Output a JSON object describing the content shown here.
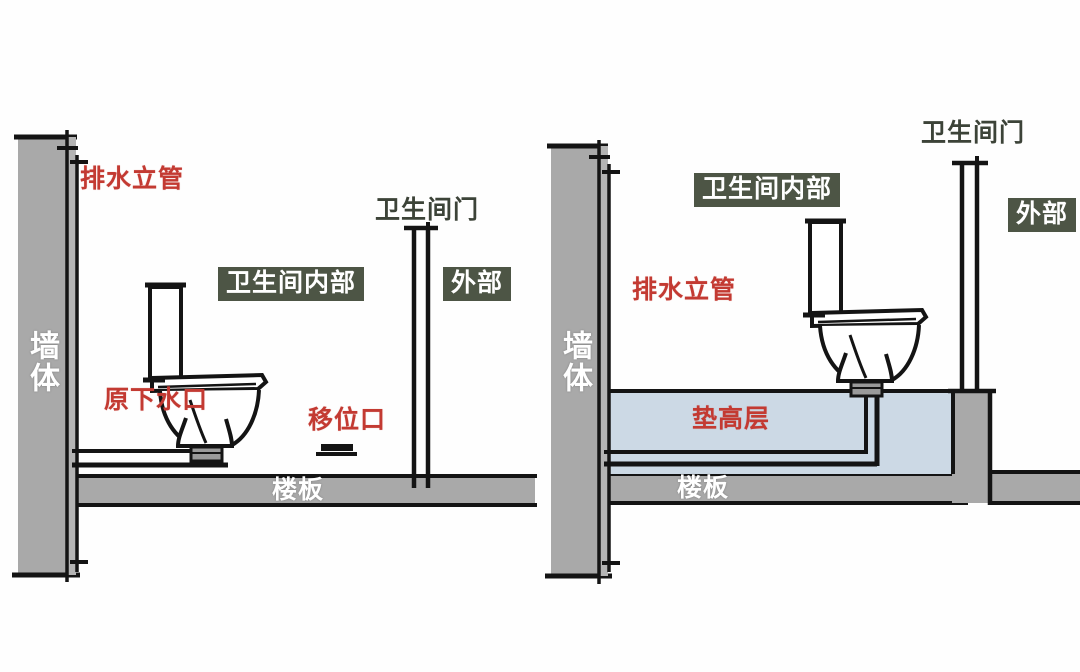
{
  "figure": {
    "kind": "technical-cross-section-diagram",
    "subject": "toilet drain relocation - before and after raised floor",
    "panels": [
      {
        "id": "left",
        "name": "original-drain-layout",
        "labels": {
          "riser": "排水立管",
          "wall": "墙体",
          "original_drain": "原下水口",
          "bathroom_interior": "卫生间内部",
          "bathroom_door": "卫生间门",
          "exterior": "外部",
          "relocation_outlet": "移位口",
          "floor_slab": "楼板"
        }
      },
      {
        "id": "right",
        "name": "raised-floor-relocated-drain",
        "labels": {
          "riser": "排水立管",
          "wall": "墙体",
          "bathroom_interior": "卫生间内部",
          "bathroom_door": "卫生间门",
          "exterior": "外部",
          "raised_layer": "垫高层",
          "floor_slab": "楼板"
        }
      }
    ]
  },
  "colors": {
    "label_red": "#c33a32",
    "label_dark": "#3c4338",
    "tag_box_green": "#4d5545",
    "tag_box_text": "#ffffff",
    "wall_gray": "#a9a9a9",
    "slab_gray": "#a9a9a9",
    "raised_layer_blue": "#ccd9e5",
    "line_black": "#141414",
    "page_background": "#fefefe",
    "fixture_fill": "#ffffff"
  },
  "icons": {
    "riser_pipe": "vertical-pipe-icon",
    "drain_pipe": "horizontal-pipe-icon",
    "toilet": "toilet-fixture-icon",
    "door_leaf": "door-panel-icon",
    "stub_outlet": "pipe-stub-icon",
    "threshold": "door-threshold-icon"
  }
}
